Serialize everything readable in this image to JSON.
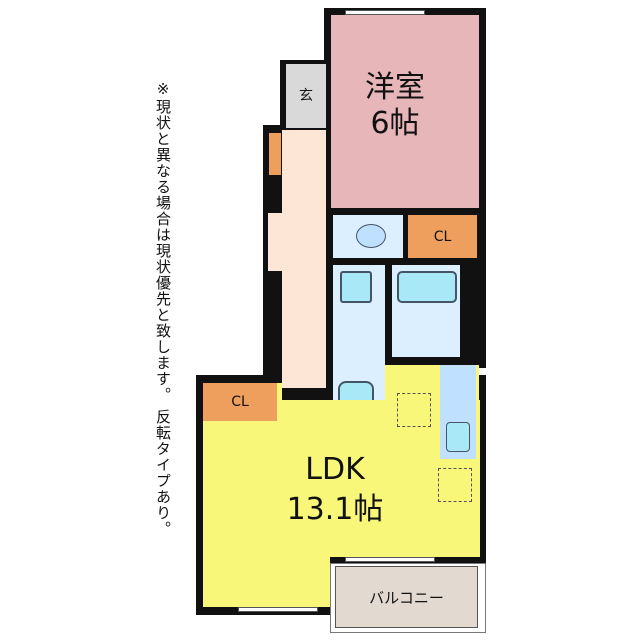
{
  "note": "※現状と異なる場合は現状優先と致します。 反転タイプあり。",
  "rooms": {
    "bedroom": {
      "name": "洋室",
      "size": "6帖"
    },
    "entrance": {
      "name": "玄"
    },
    "closet_top": {
      "name": "CL"
    },
    "closet_left": {
      "name": "CL"
    },
    "ldk": {
      "name": "LDK",
      "size": "13.1帖"
    },
    "balcony": {
      "name": "バルコニー"
    }
  },
  "colors": {
    "bedroom": "#e6b6b9",
    "entrance": "#d9d9d9",
    "hall": "#fde6d6",
    "wet": "#dcefff",
    "closet": "#ee9f5e",
    "ldk": "#f8f77a",
    "balcony": "#e2d9d1"
  }
}
